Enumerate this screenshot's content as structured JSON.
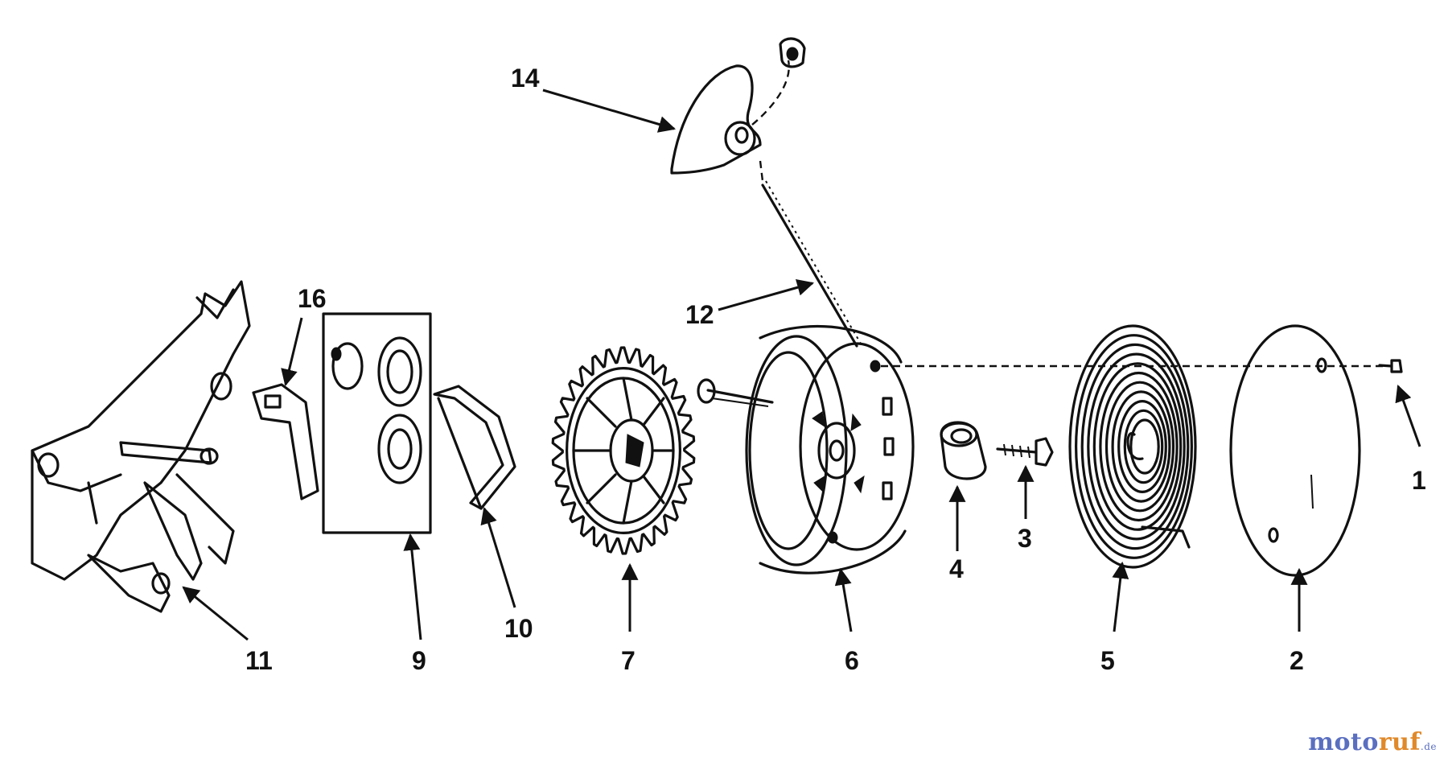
{
  "callouts": {
    "p1": "1",
    "p2": "2",
    "p3": "3",
    "p4": "4",
    "p5": "5",
    "p6": "6",
    "p7": "7",
    "p9": "9",
    "p10": "10",
    "p11": "11",
    "p12": "12",
    "p14": "14",
    "p16": "16"
  },
  "watermark": {
    "part1": "moto",
    "part2": "ruf",
    "part3": ".de"
  },
  "colors": {
    "ink": "#111111",
    "brand_blue": "#5a6fc0",
    "brand_orange": "#e0892a"
  }
}
